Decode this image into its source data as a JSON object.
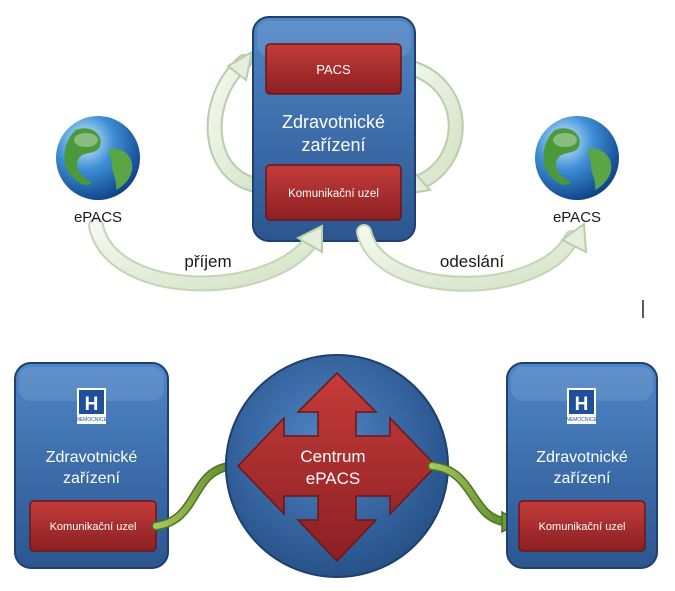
{
  "top": {
    "facility": {
      "line1": "Zdravotnické",
      "line2": "zařízení"
    },
    "pacs_label": "PACS",
    "node_label": "Komunikační uzel",
    "left_globe_label": "ePACS",
    "right_globe_label": "ePACS",
    "receive_label": "příjem",
    "send_label": "odeslání"
  },
  "bottom": {
    "left_facility": {
      "line1": "Zdravotnické",
      "line2": "zařízení",
      "node_label": "Komunikační uzel",
      "badge_letter": "H",
      "badge_text": "NEMOCNICE"
    },
    "center": {
      "line1": "Centrum",
      "line2": "ePACS"
    },
    "right_facility": {
      "line1": "Zdravotnické",
      "line2": "zařízení",
      "node_label": "Komunikační uzel",
      "badge_letter": "H",
      "badge_text": "NEMOCNICE"
    }
  },
  "colors": {
    "blue_box": "#3a68a8",
    "red_box": "#a0282a",
    "arrow_fill": "#e4eedc",
    "green_arrow": "#7aa03a"
  }
}
